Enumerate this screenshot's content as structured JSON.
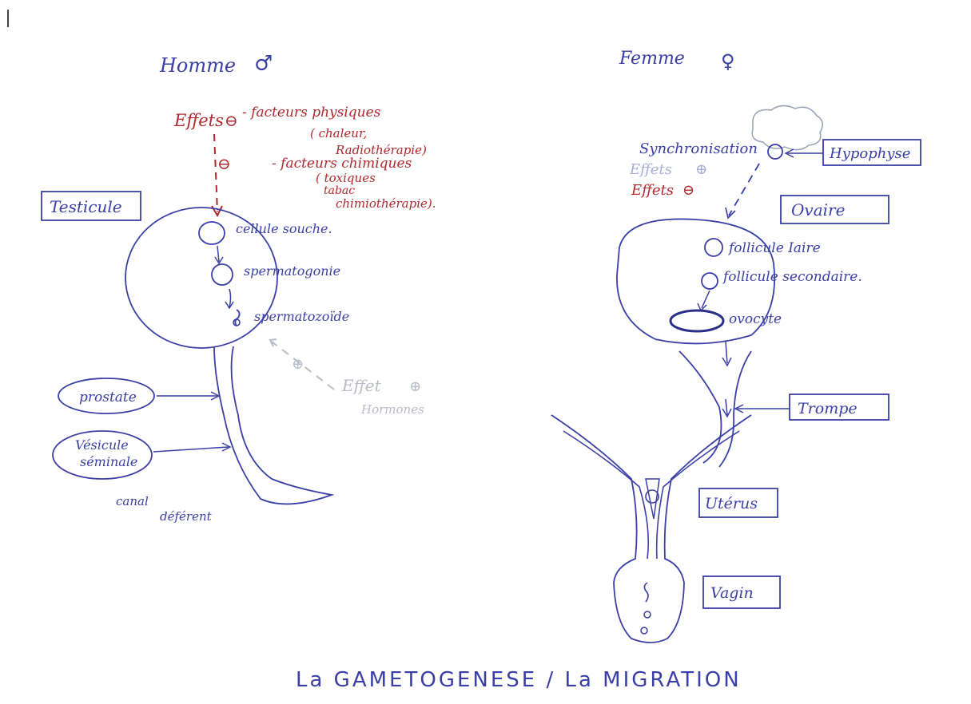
{
  "title": "La GAMETOGENESE / La MIGRATION",
  "colors": {
    "ink_blue": "#3a3fa6",
    "ink_red": "#b0282c",
    "ink_gray": "#b9bcc8"
  },
  "male": {
    "heading": "Homme",
    "symbol": "♂",
    "negative_effects_label": "Effets",
    "minus": "⊖",
    "plus": "⊕",
    "physical_factors": [
      "- facteurs physiques",
      "( chaleur,",
      "Radiothérapie)"
    ],
    "chemical_factors": [
      "- facteurs chimiques",
      "( toxiques",
      "tabac",
      "chimiothérapie)."
    ],
    "organ": "Testicule",
    "cells": [
      "cellule souche.",
      "spermatogonie",
      "spermatozoïde"
    ],
    "hormone_effect": [
      "Effet",
      "Hormones"
    ],
    "glands": [
      "prostate",
      "Vésicule",
      "séminale"
    ],
    "duct": [
      "canal",
      "déférent"
    ]
  },
  "female": {
    "heading": "Femme",
    "symbol": "♀",
    "sync_label": "Synchronisation",
    "effects_plus_label": "Effets",
    "effects_minus_label": "Effets",
    "gland": "Hypophyse",
    "organ": "Ovaire",
    "cells": [
      "follicule Iaire",
      "follicule secondaire.",
      "ovocyte"
    ],
    "tube": "Trompe",
    "uterus": "Utérus",
    "vagina": "Vagin"
  }
}
